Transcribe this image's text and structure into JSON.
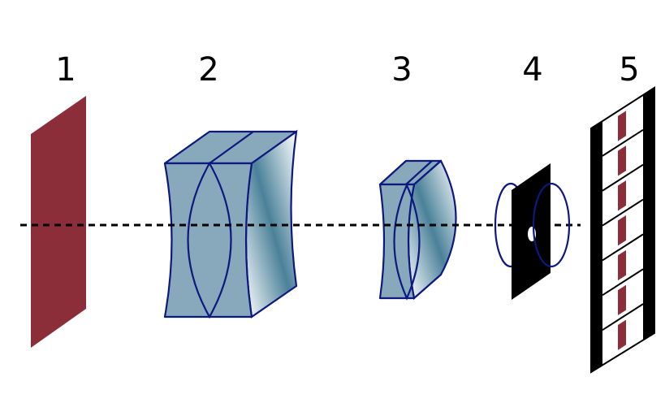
{
  "labels": [
    "1",
    "2",
    "3",
    "4",
    "5"
  ],
  "colors": {
    "object_plate": "#8b2e3a",
    "lens_fill": "#88a9bc",
    "lens_stroke": "#0d1880",
    "lens_side_gradient": [
      "#ffffff",
      "#4a8199",
      "#ffffff"
    ],
    "aperture": "#000000",
    "film_frame_bar": "#8b2e3a",
    "optical_axis": "#000000"
  },
  "optical_axis": {
    "style": "dashed"
  },
  "film": {
    "frame_count": 7
  }
}
